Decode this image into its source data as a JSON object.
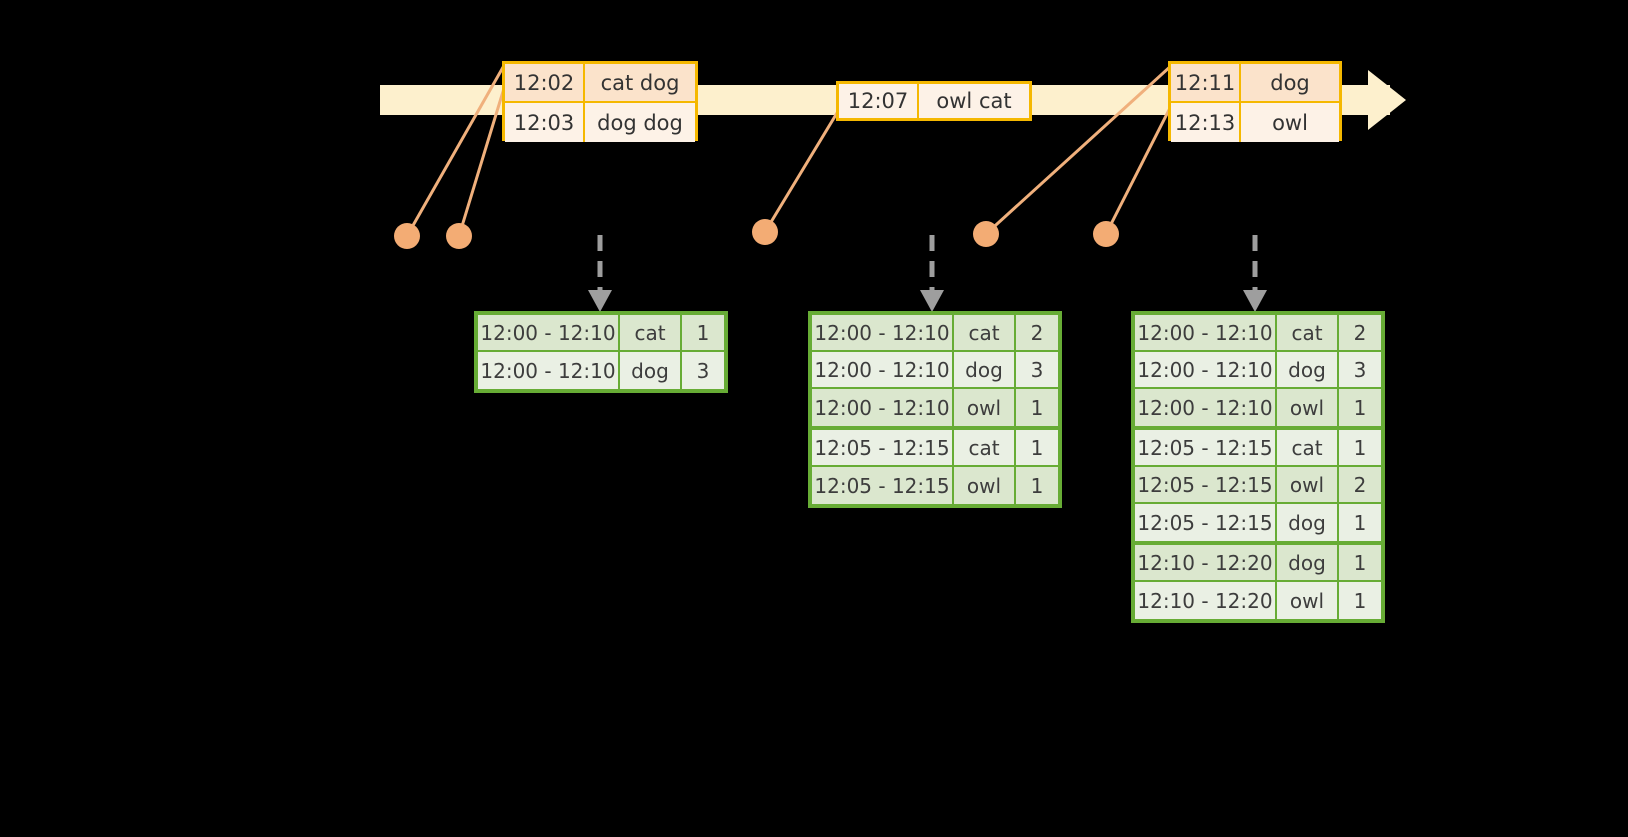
{
  "timeline": {
    "name": "event-timeline",
    "events": [
      {
        "id": "e1",
        "time": "12:02",
        "words": "cat dog"
      },
      {
        "id": "e2",
        "time": "12:03",
        "words": "dog dog"
      },
      {
        "id": "e3",
        "time": "12:07",
        "words": "owl cat"
      },
      {
        "id": "e4",
        "time": "12:11",
        "words": "dog"
      },
      {
        "id": "e5",
        "time": "12:13",
        "words": "owl"
      }
    ]
  },
  "tables": [
    {
      "id": "table-1",
      "groups": [
        {
          "rows": [
            {
              "range": "12:00 - 12:10",
              "key": "cat",
              "count": "1"
            },
            {
              "range": "12:00 - 12:10",
              "key": "dog",
              "count": "3"
            }
          ]
        }
      ]
    },
    {
      "id": "table-2",
      "groups": [
        {
          "rows": [
            {
              "range": "12:00 - 12:10",
              "key": "cat",
              "count": "2"
            },
            {
              "range": "12:00 - 12:10",
              "key": "dog",
              "count": "3"
            },
            {
              "range": "12:00 - 12:10",
              "key": "owl",
              "count": "1"
            }
          ]
        },
        {
          "rows": [
            {
              "range": "12:05 - 12:15",
              "key": "cat",
              "count": "1"
            },
            {
              "range": "12:05 - 12:15",
              "key": "owl",
              "count": "1"
            }
          ]
        }
      ]
    },
    {
      "id": "table-3",
      "groups": [
        {
          "rows": [
            {
              "range": "12:00 - 12:10",
              "key": "cat",
              "count": "2"
            },
            {
              "range": "12:00 - 12:10",
              "key": "dog",
              "count": "3"
            },
            {
              "range": "12:00 - 12:10",
              "key": "owl",
              "count": "1"
            }
          ]
        },
        {
          "rows": [
            {
              "range": "12:05 - 12:15",
              "key": "cat",
              "count": "1"
            },
            {
              "range": "12:05 - 12:15",
              "key": "owl",
              "count": "2"
            },
            {
              "range": "12:05 - 12:15",
              "key": "dog",
              "count": "1"
            }
          ]
        },
        {
          "rows": [
            {
              "range": "12:10 - 12:20",
              "key": "dog",
              "count": "1"
            },
            {
              "range": "12:10 - 12:20",
              "key": "owl",
              "count": "1"
            }
          ]
        }
      ]
    }
  ],
  "colors": {
    "timeline_bar": "#fdf0cd",
    "event_border": "#f5b800",
    "event_fill_a": "#fbe3cb",
    "event_fill_b": "#fdf2e7",
    "connector": "#f0b07c",
    "table_border": "#67ac35",
    "table_fill_a": "#dbe7ce",
    "table_fill_b": "#eaf0e4",
    "arrow": "#9e9e9e",
    "background": "#000000"
  }
}
